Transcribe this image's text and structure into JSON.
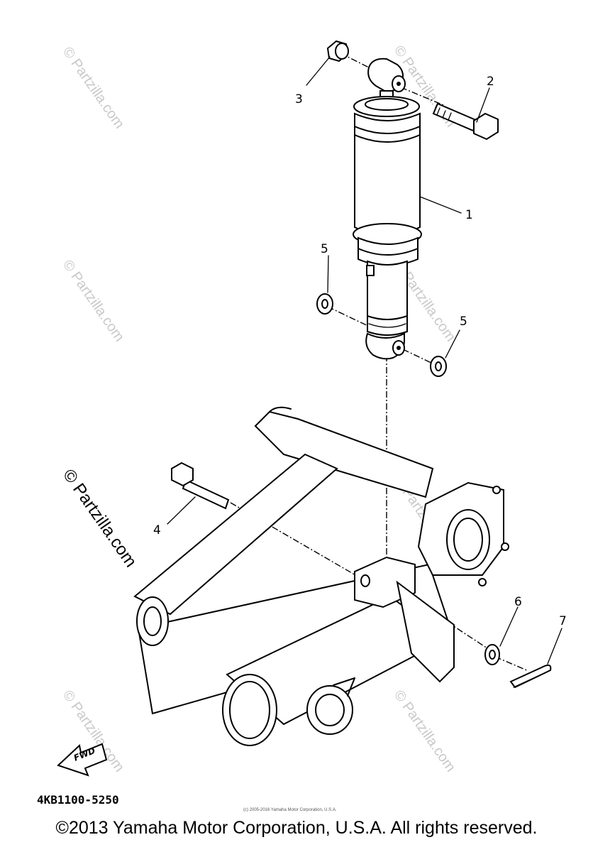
{
  "diagram": {
    "callouts": [
      "1",
      "2",
      "3",
      "4",
      "5",
      "5",
      "6",
      "7"
    ],
    "drawing_code": "4KB1100-5250",
    "fwd_label": "FWD",
    "watermark": "© Partzilla.com",
    "small_notice": "(c) 2005-2016 Yamaha Motor Corporation, U.S.A."
  },
  "footer": {
    "copyright": "©2013 Yamaha Motor Corporation, U.S.A. All rights reserved."
  },
  "colors": {
    "line": "#000000",
    "watermark": "#c9c9c9",
    "background": "#ffffff"
  }
}
